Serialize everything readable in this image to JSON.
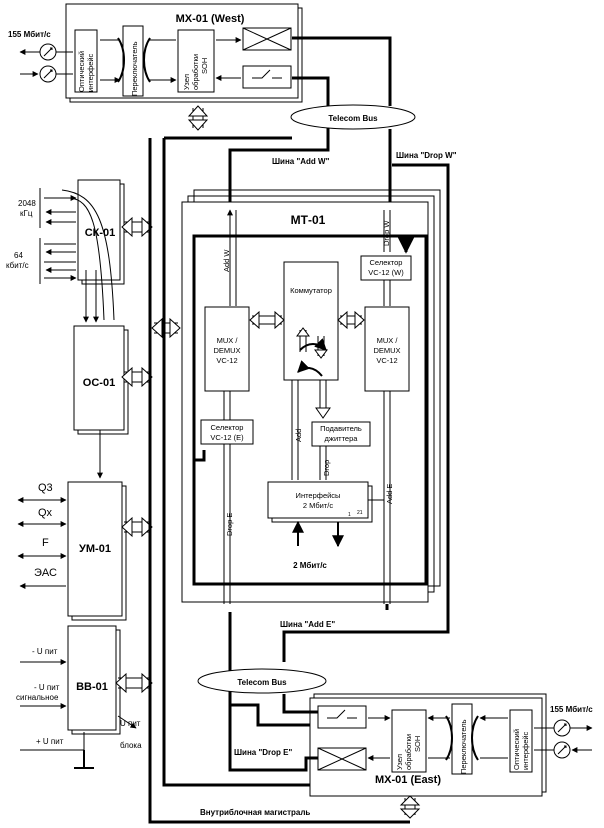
{
  "mx_west": {
    "title": "МХ-01 (West)",
    "rate": "155 Мбит/с",
    "optical_1": "Оптический",
    "optical_2": "интерфейс",
    "switch": "Переключатель",
    "soh_1": "Узел",
    "soh_2": "обработки",
    "soh_3": "SOH"
  },
  "telecom_bus_top": "Telecom Bus",
  "bus": {
    "add_w": "Шина \"Add W\"",
    "drop_w": "Шина \"Drop W\"",
    "add_e": "Шина \"Add E\"",
    "drop_e": "Шина \"Drop E\"",
    "backbone": "Внутриблочная магистраль"
  },
  "sk": {
    "title": "СК-01",
    "freq_1": "2048",
    "freq_2": "кГц",
    "rate_1": "64",
    "rate_2": "кбит/с"
  },
  "oc": {
    "title": "ОС-01"
  },
  "um": {
    "title": "УМ-01",
    "q3": "Q3",
    "qx": "Qx",
    "f": "F",
    "eac": "ЭАС"
  },
  "bb": {
    "title": "ВВ-01",
    "u_pit": "- U пит",
    "u_sig_1": "- U пит",
    "u_sig_2": "сигнальное",
    "u_plus": "+ U пит",
    "u_block_1": "U пит",
    "u_block_2": "блока"
  },
  "mt": {
    "title": "МТ-01",
    "mux_l_1": "MUX /",
    "mux_l_2": "DEMUX",
    "mux_l_3": "VC-12",
    "mux_r_1": "MUX /",
    "mux_r_2": "DEMUX",
    "mux_r_3": "VC-12",
    "switch": "Коммутатор",
    "sel_w_1": "Селектор",
    "sel_w_2": "VC-12 (W)",
    "sel_e_1": "Селектор",
    "sel_e_2": "VC-12 (E)",
    "jitter_1": "Подавитель",
    "jitter_2": "джиттера",
    "iface_1": "Интерфейсы",
    "iface_2": "2 Мбит/с",
    "iface_n1": "1",
    "iface_n2": "21",
    "rate_2m": "2 Мбит/с",
    "add_w": "Add W",
    "drop_w": "Drop W",
    "add": "Add",
    "drop": "Drop",
    "add_e": "Add E",
    "drop_e": "Drop E"
  },
  "telecom_bus_bottom": "Telecom Bus",
  "mx_east": {
    "title": "МХ-01 (East)",
    "rate": "155 Мбит/с",
    "soh_1": "Узел",
    "soh_2": "обработки",
    "soh_3": "SOH",
    "switch": "Переключатель",
    "optical_1": "Оптический",
    "optical_2": "интерфейс"
  }
}
